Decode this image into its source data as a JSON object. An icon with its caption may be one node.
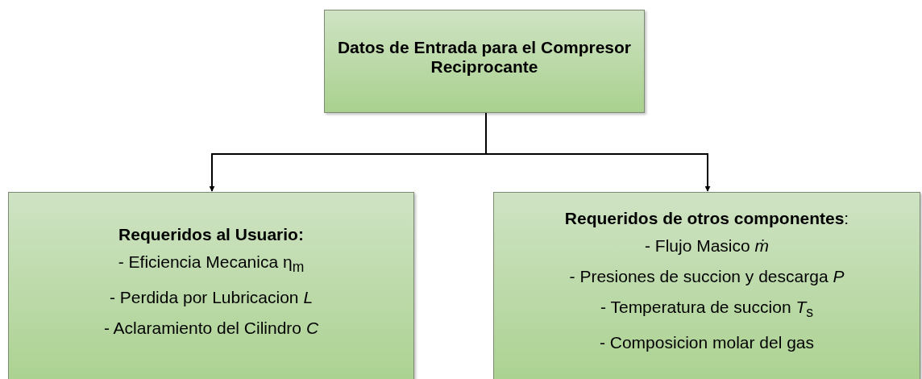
{
  "diagram": {
    "nodes": [
      {
        "text": [
          "Datos de Entrada para el Compresor Reciprocante"
        ]
      },
      {
        "text": [
          "Requeridos al Usuario:",
          "- Eficiencia Mecanica η$_{m}$",
          "- Perdida por Lubricacion *L*",
          "- Aclaramiento del Cilindro *C*"
        ]
      },
      {
        "text": [
          "**Requeridos de otros componentes**:",
          "- Flujo Masico *ṁ*",
          "- Presiones de succion y descarga *P*",
          "- Temperatura de succion *T*$_{s}$",
          "- Composicion molar del gas"
        ]
      }
    ],
    "edges": [
      {
        "from": 0,
        "to": 1,
        "arrow": "to"
      },
      {
        "from": 0,
        "to": 2,
        "arrow": "to"
      }
    ]
  }
}
